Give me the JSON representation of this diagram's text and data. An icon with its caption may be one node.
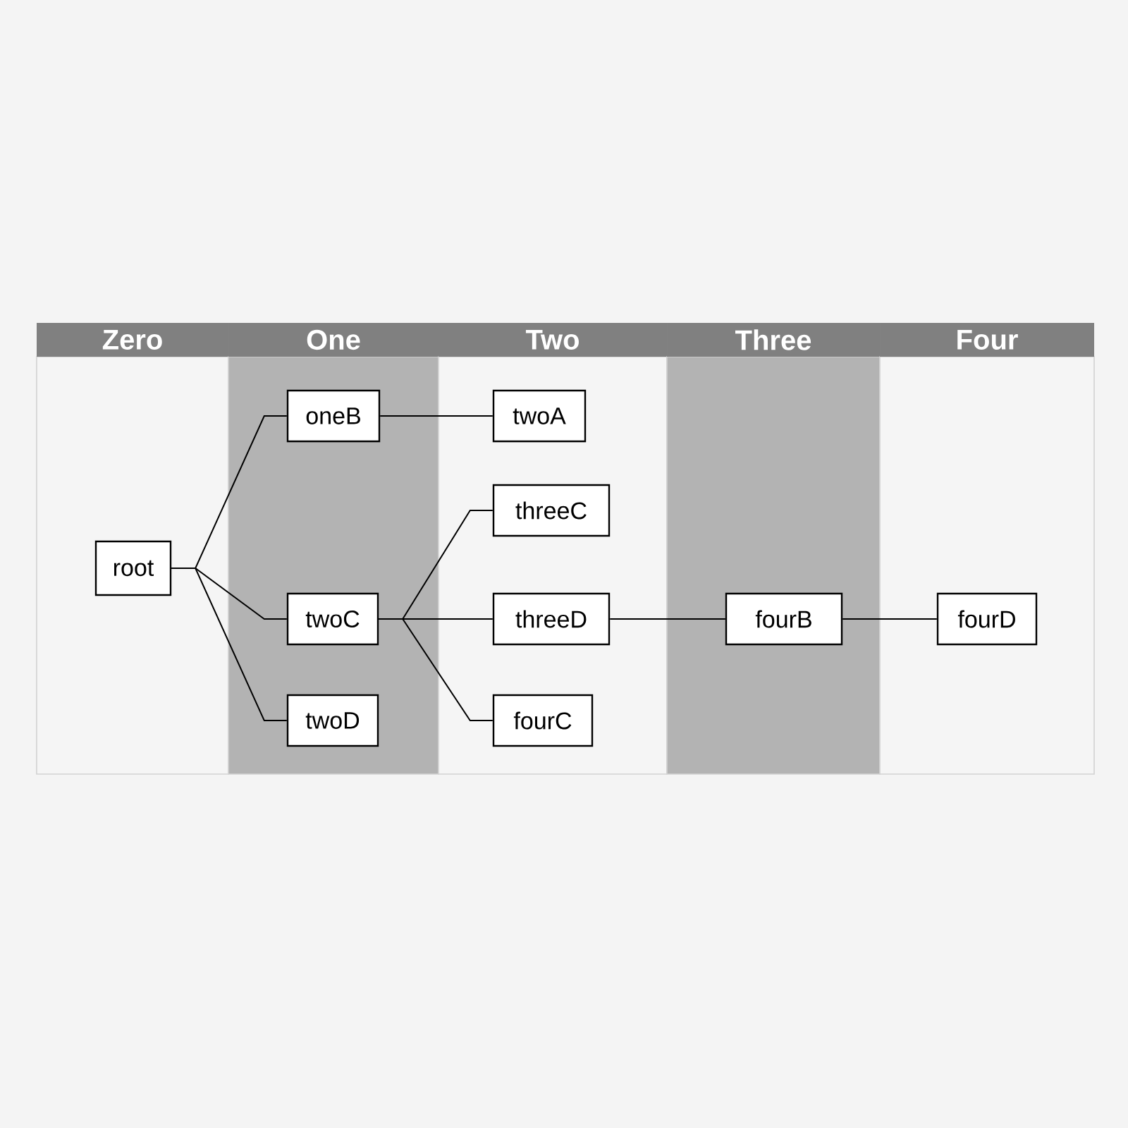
{
  "diagram": {
    "nodes": [
      {
        "text": [
          "Zero"
        ]
      },
      {
        "text": [
          "One"
        ]
      },
      {
        "text": [
          "Two"
        ]
      },
      {
        "text": [
          "Three"
        ]
      },
      {
        "text": [
          "Four"
        ]
      },
      {
        "text": [
          "oneB"
        ],
        "in": 1
      },
      {
        "text": [
          "twoA"
        ],
        "in": 2
      },
      {
        "text": [
          "threeC"
        ],
        "in": 2
      },
      {
        "text": [
          "root"
        ],
        "in": 0
      },
      {
        "text": [
          "twoC"
        ],
        "in": 1
      },
      {
        "text": [
          "threeD"
        ],
        "in": 2
      },
      {
        "text": [
          "fourB"
        ],
        "in": 3
      },
      {
        "text": [
          "fourD"
        ],
        "in": 4
      },
      {
        "text": [
          "twoD"
        ],
        "in": 1
      },
      {
        "text": [
          "fourC"
        ],
        "in": 2
      }
    ],
    "edges": [
      {
        "from": 8,
        "to": 5,
        "arrow": "none"
      },
      {
        "from": 8,
        "to": 9,
        "arrow": "none"
      },
      {
        "from": 8,
        "to": 13,
        "arrow": "none"
      },
      {
        "from": 5,
        "to": 6,
        "arrow": "none"
      },
      {
        "from": 9,
        "to": 7,
        "arrow": "none"
      },
      {
        "from": 9,
        "to": 10,
        "arrow": "none"
      },
      {
        "from": 9,
        "to": 14,
        "arrow": "none"
      },
      {
        "from": 10,
        "to": 11,
        "arrow": "none"
      },
      {
        "from": 11,
        "to": 12,
        "arrow": "none"
      }
    ]
  }
}
